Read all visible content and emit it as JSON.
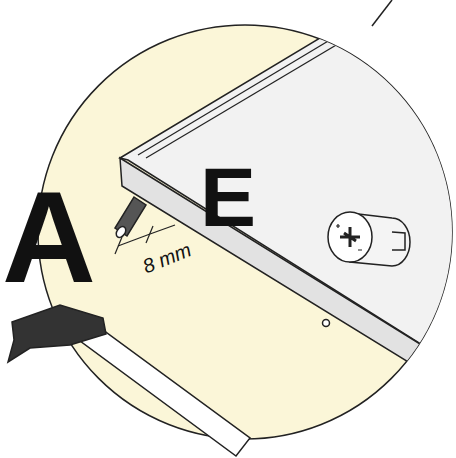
{
  "diagram": {
    "labels": [
      "A",
      "E",
      "8 mm"
    ]
  }
}
